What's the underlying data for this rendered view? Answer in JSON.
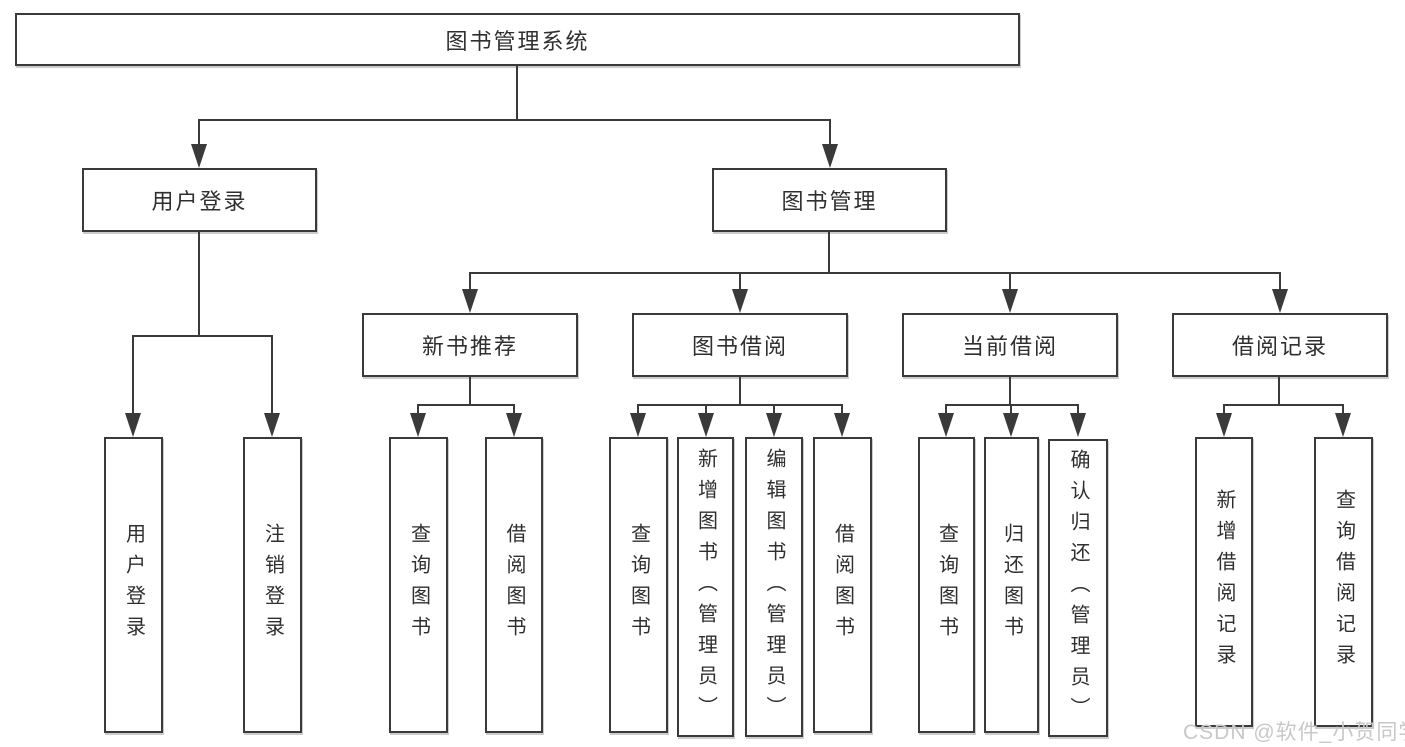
{
  "colors": {
    "line": "#3a3a3a",
    "text": "#2f2f2f",
    "watermark": "#c8c8c8",
    "background": "#ffffff"
  },
  "watermark": {
    "text": "CSDN @软件_小贺同学"
  },
  "nodes": {
    "root": "图书管理系统",
    "level2": {
      "user_login": "用户登录",
      "book_management": "图书管理"
    },
    "user_login_children": [
      "用户登录",
      "注销登录"
    ],
    "book_management_children": [
      "新书推荐",
      "图书借阅",
      "当前借阅",
      "借阅记录"
    ],
    "new_book_recommend_children": [
      "查询图书",
      "借阅图书"
    ],
    "book_borrowing_children": [
      "查询图书",
      "新增图书（管理员）",
      "编辑图书（管理员）",
      "借阅图书"
    ],
    "current_borrowing_children": [
      "查询图书",
      "归还图书",
      "确认归还（管理员）"
    ],
    "borrowing_records_children": [
      "新增借阅记录",
      "查询借阅记录"
    ]
  }
}
